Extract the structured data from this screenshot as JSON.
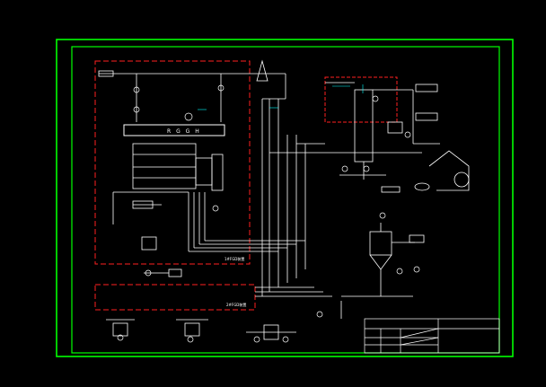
{
  "drawing": {
    "colors": {
      "background": "#000000",
      "frame": "#00ff00",
      "line": "#ffffff",
      "region": "#ff2020",
      "accent": "#00ffff"
    },
    "labels": {
      "unit1_region": "1#FGD装置",
      "unit2_region": "2#FGD装置",
      "ggh": "R G G H"
    }
  }
}
